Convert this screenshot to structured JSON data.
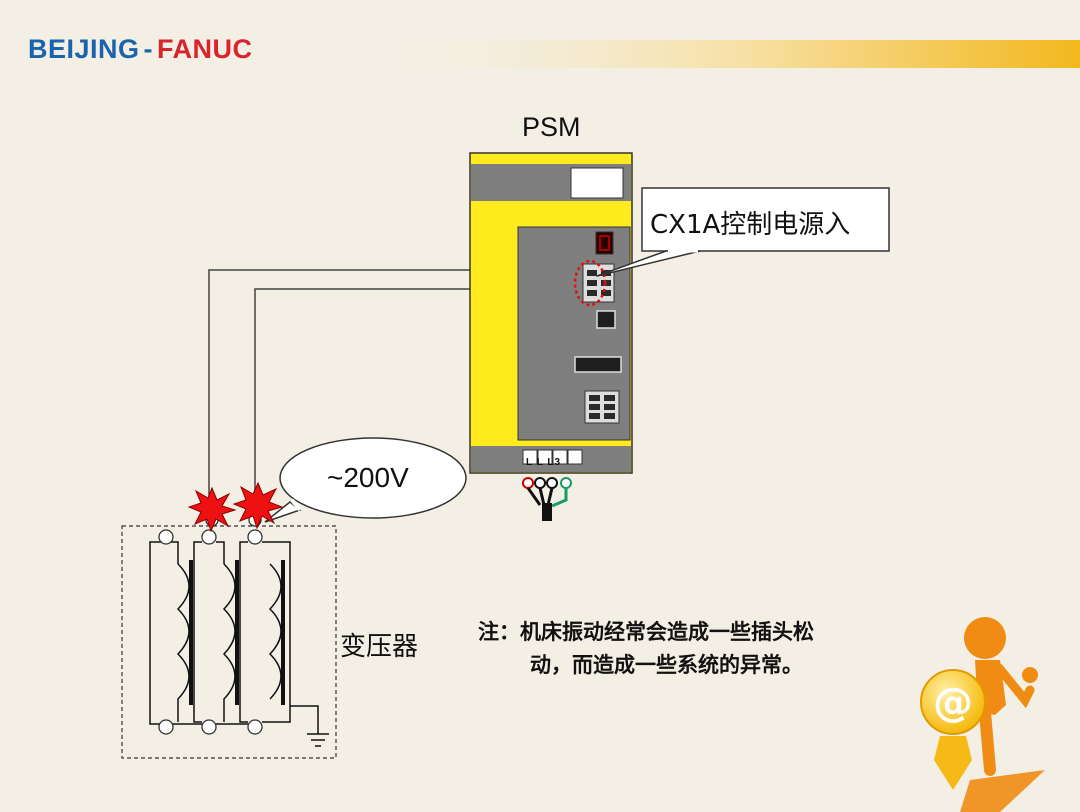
{
  "header": {
    "logo_part1": "BEIJING",
    "logo_dash": "-",
    "logo_part2": "FANUC"
  },
  "psm": {
    "title": "PSM",
    "terminal_label": "L L L3"
  },
  "callout": {
    "label": "CX1A控制电源入"
  },
  "voltage_bubble": {
    "label": "~200V"
  },
  "transformer": {
    "label": "变压器"
  },
  "note": {
    "line1": "注：机床振动经常会造成一些插头松",
    "line2": "动，而造成一些系统的异常。"
  },
  "colors": {
    "module_yellow": "#ffeb1e",
    "module_gray": "#7f7f7f",
    "logo_blue": "#1a63ad",
    "logo_red": "#d8242b",
    "spark_red": "#ee1111",
    "figure_orange": "#f08c14"
  },
  "decor": {
    "mascot": "orange-figure-at-sign-icon"
  }
}
